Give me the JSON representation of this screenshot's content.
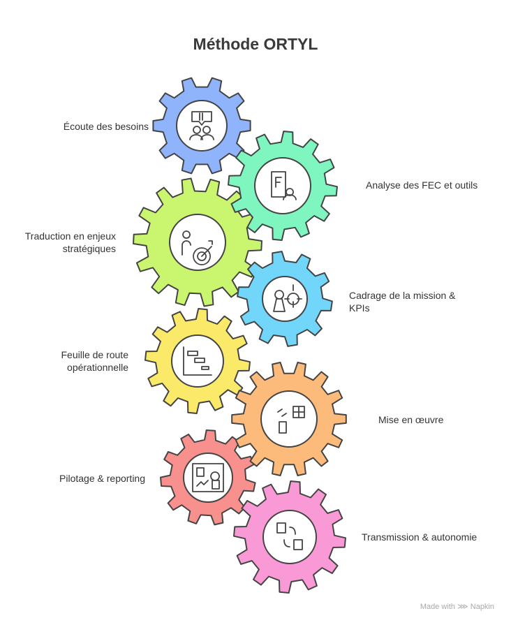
{
  "title": "Méthode ORTYL",
  "steps": [
    {
      "label": "Écoute des besoins",
      "color": "#8fb4fb",
      "icon": "listening-icon"
    },
    {
      "label": "Analyse des FEC et outils",
      "color": "#7ff5c0",
      "icon": "document-analysis-icon"
    },
    {
      "label": "Traduction en enjeux stratégiques",
      "color": "#c9f56f",
      "icon": "target-person-icon"
    },
    {
      "label": "Cadrage de la mission & KPIs",
      "color": "#72d6fa",
      "icon": "person-crosshair-icon"
    },
    {
      "label": "Feuille de route opérationnelle",
      "color": "#fbe96a",
      "icon": "gantt-roadmap-icon"
    },
    {
      "label": "Mise en œuvre",
      "color": "#fdbb7b",
      "icon": "implementation-icon"
    },
    {
      "label": "Pilotage & reporting",
      "color": "#f8908e",
      "icon": "dashboard-icon"
    },
    {
      "label": "Transmission & autonomie",
      "color": "#f99ad6",
      "icon": "transfer-icon"
    }
  ],
  "footer": "Made with ⋙ Napkin"
}
